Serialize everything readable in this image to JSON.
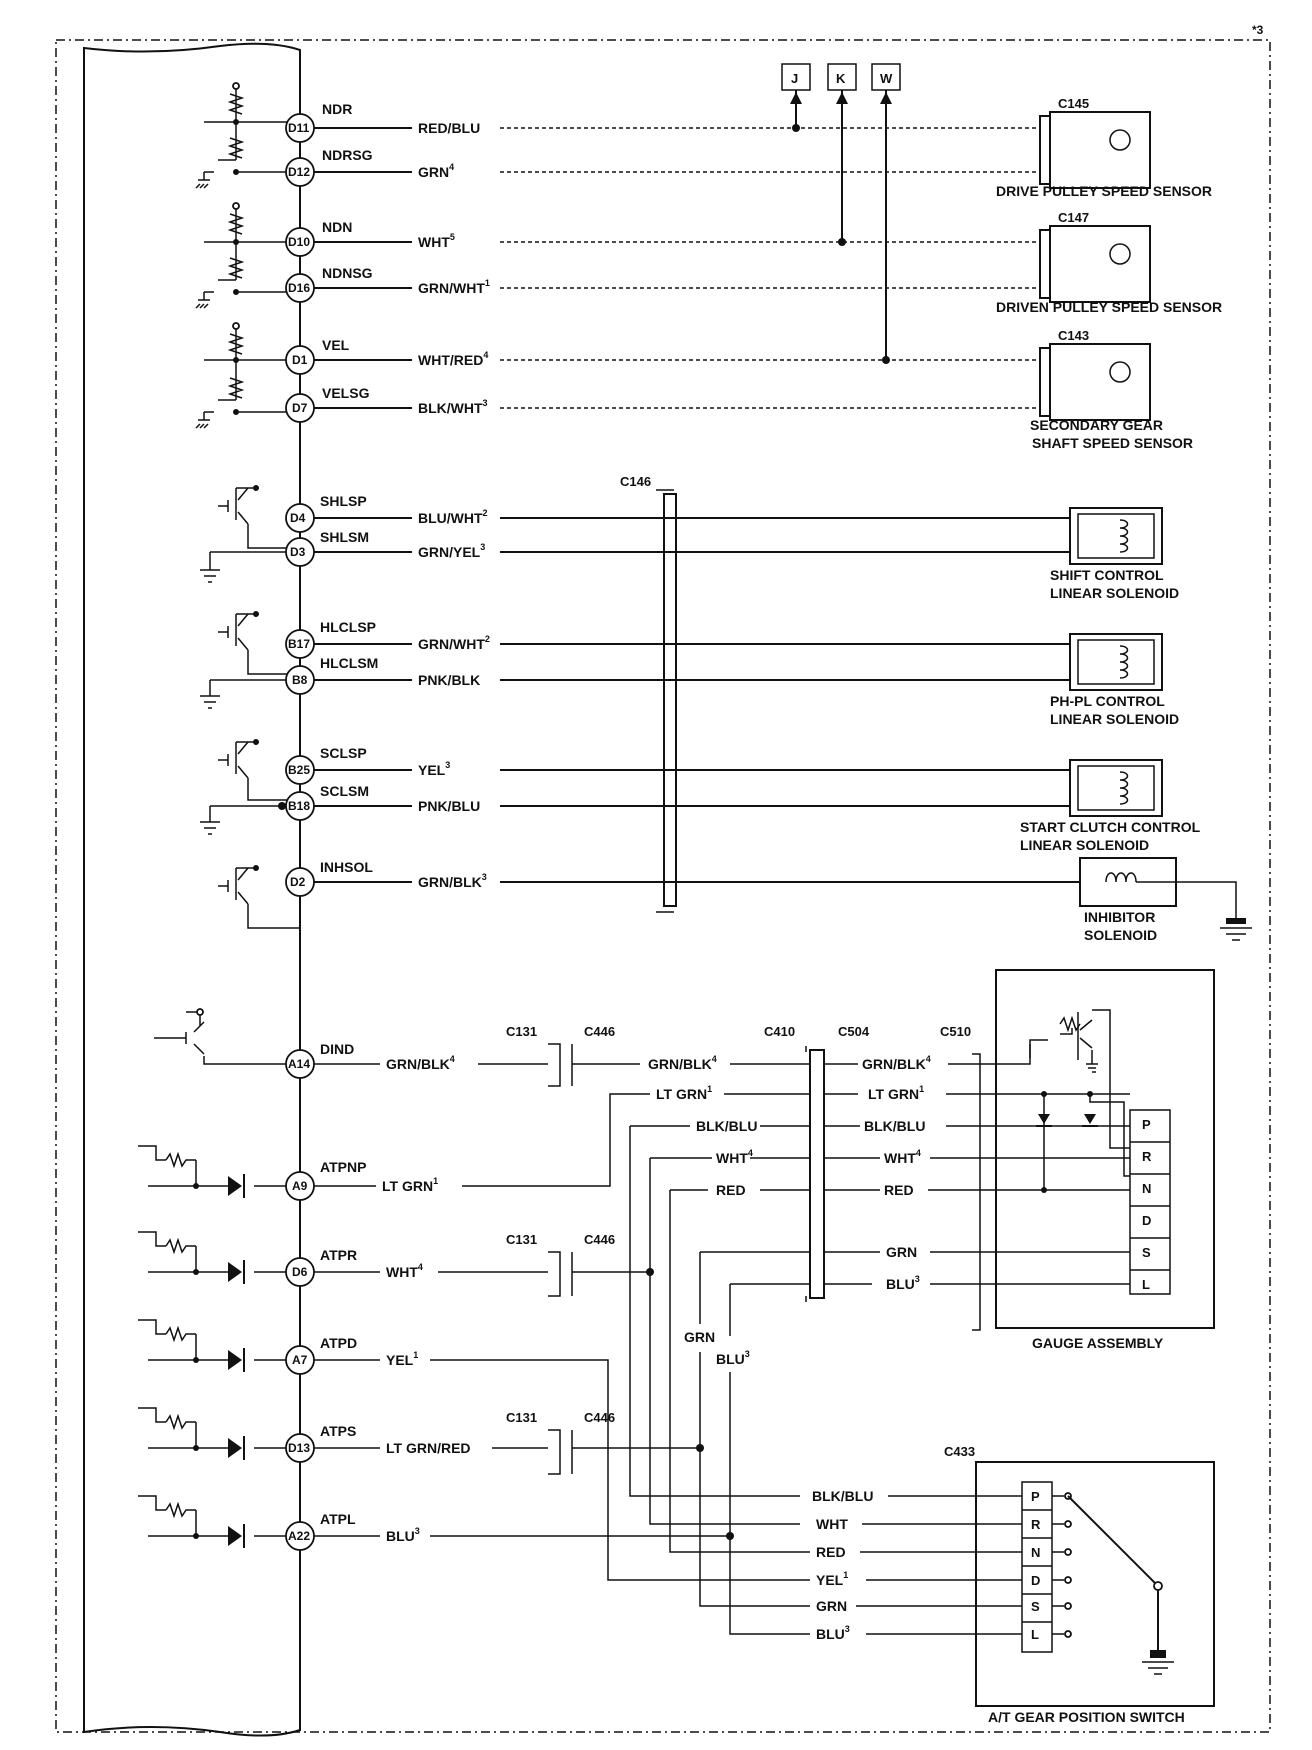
{
  "page_mark": "*3",
  "top_connectors": [
    "J",
    "K",
    "W"
  ],
  "speed_sensors": [
    {
      "conn": "C145",
      "name": "DRIVE PULLEY SPEED SENSOR",
      "pins": [
        {
          "pin": "D11",
          "signal": "NDR",
          "wire": "RED/BLU",
          "sup": ""
        },
        {
          "pin": "D12",
          "signal": "NDRSG",
          "wire": "GRN",
          "sup": "4"
        }
      ]
    },
    {
      "conn": "C147",
      "name": "DRIVEN PULLEY SPEED SENSOR",
      "pins": [
        {
          "pin": "D10",
          "signal": "NDN",
          "wire": "WHT",
          "sup": "5"
        },
        {
          "pin": "D16",
          "signal": "NDNSG",
          "wire": "GRN/WHT",
          "sup": "1"
        }
      ]
    },
    {
      "conn": "C143",
      "name_lines": [
        "SECONDARY GEAR",
        "SHAFT SPEED SENSOR"
      ],
      "pins": [
        {
          "pin": "D1",
          "signal": "VEL",
          "wire": "WHT/RED",
          "sup": "4"
        },
        {
          "pin": "D7",
          "signal": "VELSG",
          "wire": "BLK/WHT",
          "sup": "3"
        }
      ]
    }
  ],
  "c146": "C146",
  "solenoids": [
    {
      "name_lines": [
        "SHIFT CONTROL",
        "LINEAR SOLENOID"
      ],
      "pins": [
        {
          "pin": "D4",
          "signal": "SHLSP",
          "wire": "BLU/WHT",
          "sup": "2"
        },
        {
          "pin": "D3",
          "signal": "SHLSM",
          "wire": "GRN/YEL",
          "sup": "3"
        }
      ]
    },
    {
      "name_lines": [
        "PH-PL CONTROL",
        "LINEAR SOLENOID"
      ],
      "pins": [
        {
          "pin": "B17",
          "signal": "HLCLSP",
          "wire": "GRN/WHT",
          "sup": "2"
        },
        {
          "pin": "B8",
          "signal": "HLCLSM",
          "wire": "PNK/BLK",
          "sup": ""
        }
      ]
    },
    {
      "name_lines": [
        "START CLUTCH CONTROL",
        "LINEAR SOLENOID"
      ],
      "pins": [
        {
          "pin": "B25",
          "signal": "SCLSP",
          "wire": "YEL",
          "sup": "3"
        },
        {
          "pin": "B18",
          "signal": "SCLSM",
          "wire": "PNK/BLU",
          "sup": ""
        }
      ]
    },
    {
      "name_lines": [
        "INHIBITOR",
        "SOLENOID"
      ],
      "pins": [
        {
          "pin": "D2",
          "signal": "INHSOL",
          "wire": "GRN/BLK",
          "sup": "3"
        }
      ]
    }
  ],
  "dind": {
    "pin": "A14",
    "signal": "DIND",
    "wire": "GRN/BLK",
    "sup": "4"
  },
  "atp_inputs": [
    {
      "pin": "A9",
      "signal": "ATPNP",
      "wire": "LT GRN",
      "sup": "1"
    },
    {
      "pin": "D6",
      "signal": "ATPR",
      "wire": "WHT",
      "sup": "4"
    },
    {
      "pin": "A7",
      "signal": "ATPD",
      "wire": "YEL",
      "sup": "1"
    },
    {
      "pin": "D13",
      "signal": "ATPS",
      "wire": "LT GRN/RED",
      "sup": ""
    },
    {
      "pin": "A22",
      "signal": "ATPL",
      "wire": "BLU",
      "sup": "3"
    }
  ],
  "connectors": {
    "c131": "C131",
    "c446": "C446",
    "c410": "C410",
    "c504": "C504",
    "c510": "C510",
    "c433": "C433"
  },
  "mid_wires": {
    "grn_blk": {
      "wire": "GRN/BLK",
      "sup": "4"
    },
    "lt_grn": {
      "wire": "LT GRN",
      "sup": "1"
    },
    "blk_blu": {
      "wire": "BLK/BLU",
      "sup": ""
    },
    "wht": {
      "wire": "WHT",
      "sup": "4"
    },
    "red": {
      "wire": "RED",
      "sup": ""
    }
  },
  "gauge_wires": [
    {
      "wire": "GRN/BLK",
      "sup": "4"
    },
    {
      "wire": "LT GRN",
      "sup": "1"
    },
    {
      "wire": "BLK/BLU",
      "sup": ""
    },
    {
      "wire": "WHT",
      "sup": "4"
    },
    {
      "wire": "RED",
      "sup": ""
    },
    {
      "wire": "GRN",
      "sup": ""
    },
    {
      "wire": "BLU",
      "sup": "3"
    }
  ],
  "branch_labels": {
    "grn": "GRN",
    "blu": "BLU",
    "blu_sup": "3"
  },
  "gauge_assembly": {
    "name": "GAUGE ASSEMBLY",
    "positions": [
      "P",
      "R",
      "N",
      "D",
      "S",
      "L"
    ]
  },
  "switch_wires": [
    {
      "wire": "BLK/BLU",
      "sup": ""
    },
    {
      "wire": "WHT",
      "sup": ""
    },
    {
      "wire": "RED",
      "sup": ""
    },
    {
      "wire": "YEL",
      "sup": "1"
    },
    {
      "wire": "GRN",
      "sup": ""
    },
    {
      "wire": "BLU",
      "sup": "3"
    }
  ],
  "gear_switch": {
    "name": "A/T GEAR POSITION SWITCH",
    "positions": [
      "P",
      "R",
      "N",
      "D",
      "S",
      "L"
    ]
  }
}
